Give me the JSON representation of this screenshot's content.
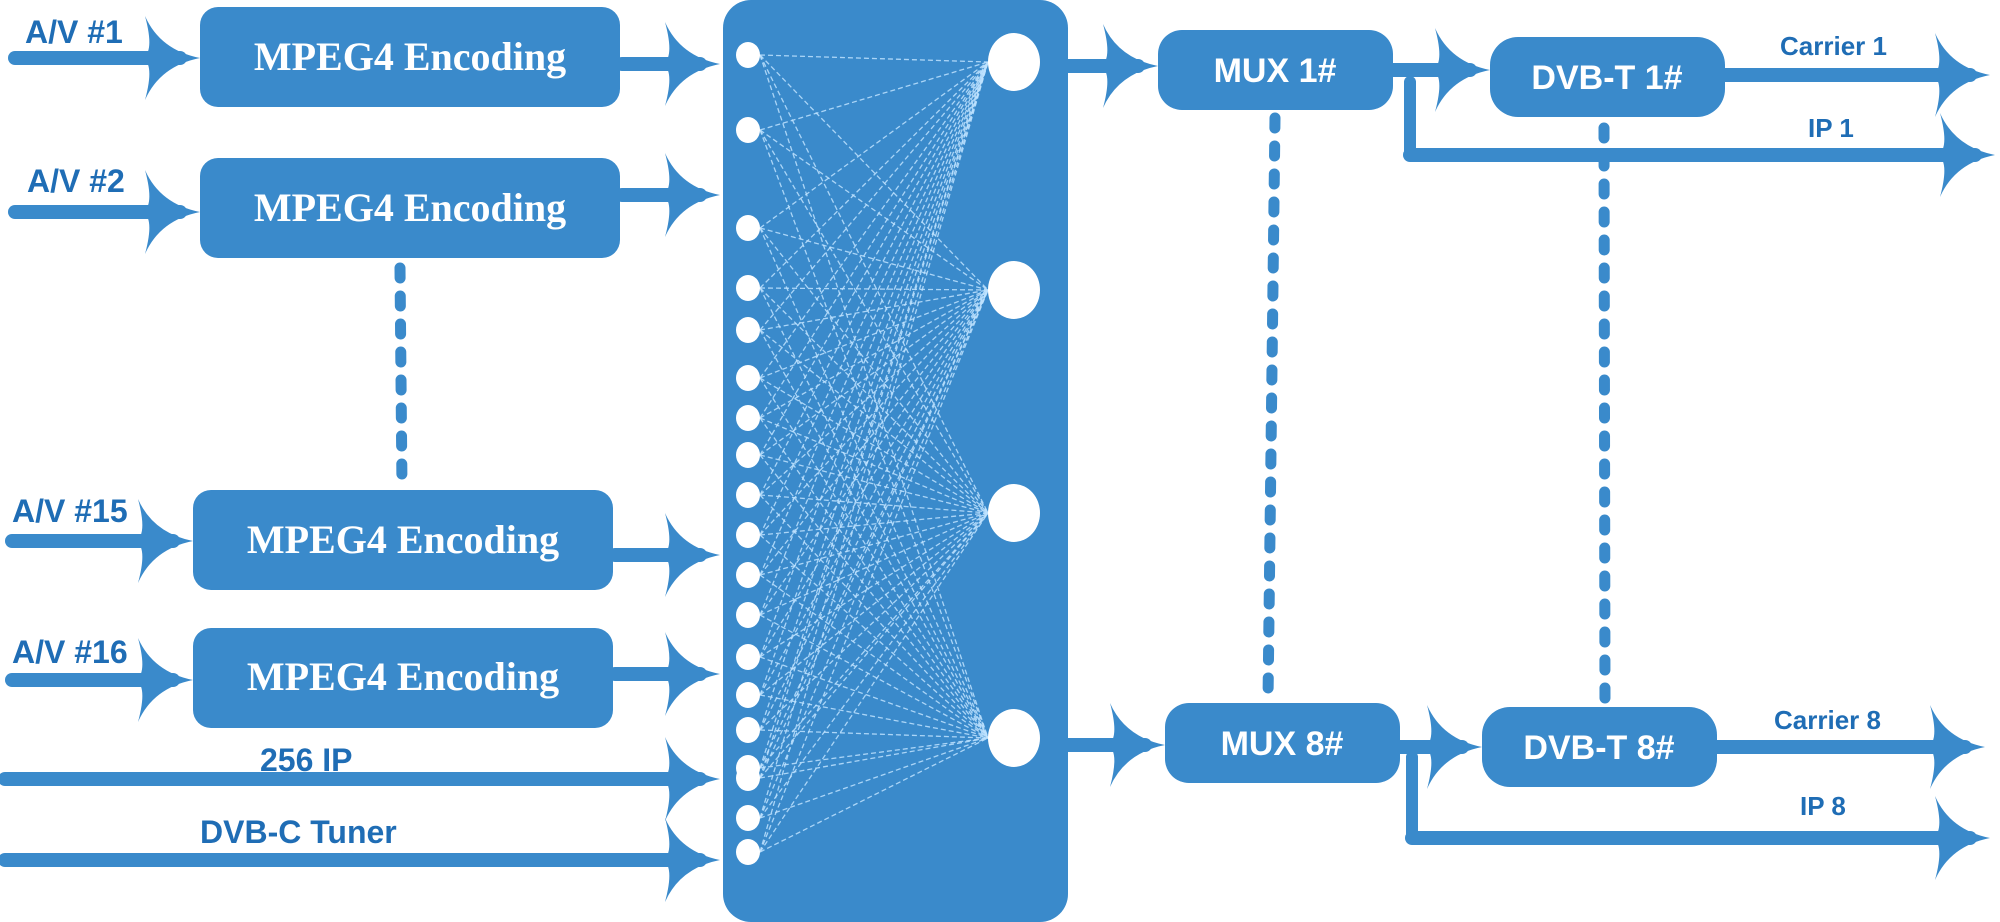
{
  "colors": {
    "block": "#3A8ACB",
    "label": "#1F6DB5",
    "node": "#FFFFFF",
    "mesh": "#BFE3FF",
    "background": "#FFFFFF"
  },
  "inputs": [
    {
      "label": "A/V #1",
      "encoder": "MPEG4 Encoding"
    },
    {
      "label": "A/V #2",
      "encoder": "MPEG4 Encoding"
    },
    {
      "label": "A/V #15",
      "encoder": "MPEG4 Encoding"
    },
    {
      "label": "A/V #16",
      "encoder": "MPEG4 Encoding"
    },
    {
      "label": "256 IP"
    },
    {
      "label": "DVB-C Tuner"
    }
  ],
  "matrix": {
    "input_node_count": 19,
    "output_node_count": 4
  },
  "outputs": [
    {
      "mux": "MUX 1#",
      "modulator": "DVB-T 1#",
      "carrier": "Carrier 1",
      "ip": "IP 1"
    },
    {
      "mux": "MUX 8#",
      "modulator": "DVB-T 8#",
      "carrier": "Carrier 8",
      "ip": "IP 8"
    }
  ]
}
